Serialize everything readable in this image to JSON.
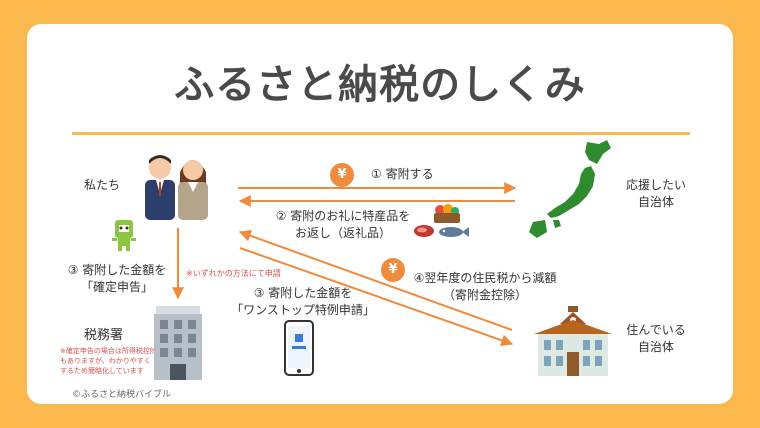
{
  "title": "ふるさと納税のしくみ",
  "actors": {
    "us": "私たち",
    "supported_region": [
      "応援したい",
      "自治体"
    ],
    "tax_office": "税務署",
    "residence_region": [
      "住んでいる",
      "自治体"
    ]
  },
  "steps": {
    "donate": "① 寄附する",
    "gift": [
      "② 寄附のお礼に特産品を",
      "お返し（返礼品）"
    ],
    "tax_return": [
      "③ 寄附した金額を",
      "「確定申告」"
    ],
    "either_note": "※いずれかの方法にて申請",
    "one_stop": [
      "③ 寄附した金額を",
      "「ワンストップ特例申請」"
    ],
    "deduction": [
      "④翌年度の住民税から減額",
      "（寄附金控除）"
    ]
  },
  "tax_office_note": [
    "※確定申告の場合は所得税控除",
    "もありますが、わかりやすく",
    "するため簡略化しています"
  ],
  "coin_symbol": "¥",
  "copyright": "©ふるさと納税バイブル",
  "colors": {
    "background": "#fbb84f",
    "arrow": "#f08a3c",
    "map": "#2e8b2e",
    "note": "#d9534f"
  }
}
